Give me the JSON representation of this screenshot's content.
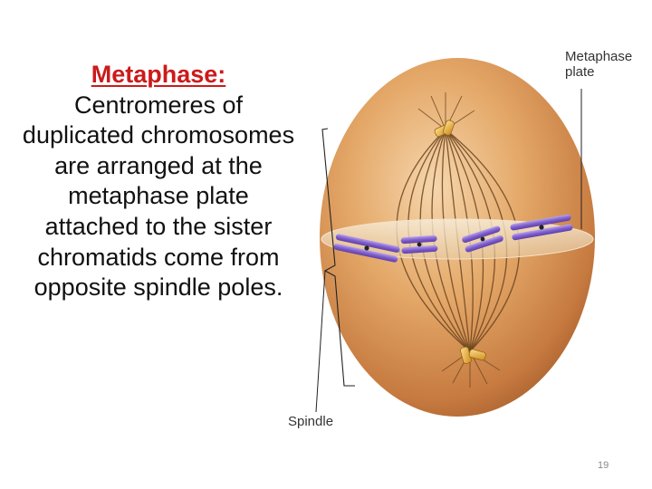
{
  "slide": {
    "heading": "Metaphase:",
    "body": "Centromeres of duplicated chromosomes are arranged at the metaphase plate attached to the sister chromatids come from opposite spindle poles.",
    "page_number": "19"
  },
  "diagram": {
    "labels": {
      "metaphase_plate": "Metaphase plate",
      "spindle": "Spindle"
    },
    "colors": {
      "cell_fill": "#d89a5c",
      "cell_shadow": "#b06a38",
      "spindle_fiber": "#5a3a1a",
      "chromosome": "#8a6cc8",
      "centrosome": "#e8b040"
    }
  }
}
